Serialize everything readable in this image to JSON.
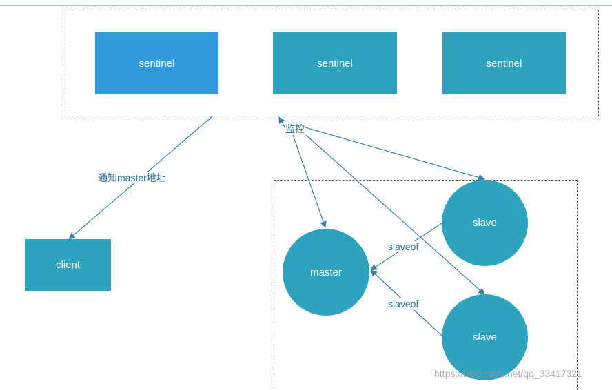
{
  "colors": {
    "sentinel_highlight": "#3399dd",
    "node_teal": "#2ea3bf",
    "edge": "#3a7fa8"
  },
  "sentinels": [
    {
      "label": "sentinel"
    },
    {
      "label": "sentinel"
    },
    {
      "label": "sentinel"
    }
  ],
  "client": {
    "label": "client"
  },
  "master": {
    "label": "master"
  },
  "slaves": [
    {
      "label": "slave"
    },
    {
      "label": "slave"
    }
  ],
  "edge_labels": {
    "notify": "通知master地址",
    "monitor": "监控",
    "slaveof_top": "slaveof",
    "slaveof_bottom": "slaveof"
  },
  "watermark": "https://blog.csdn.net/qq_33417321"
}
